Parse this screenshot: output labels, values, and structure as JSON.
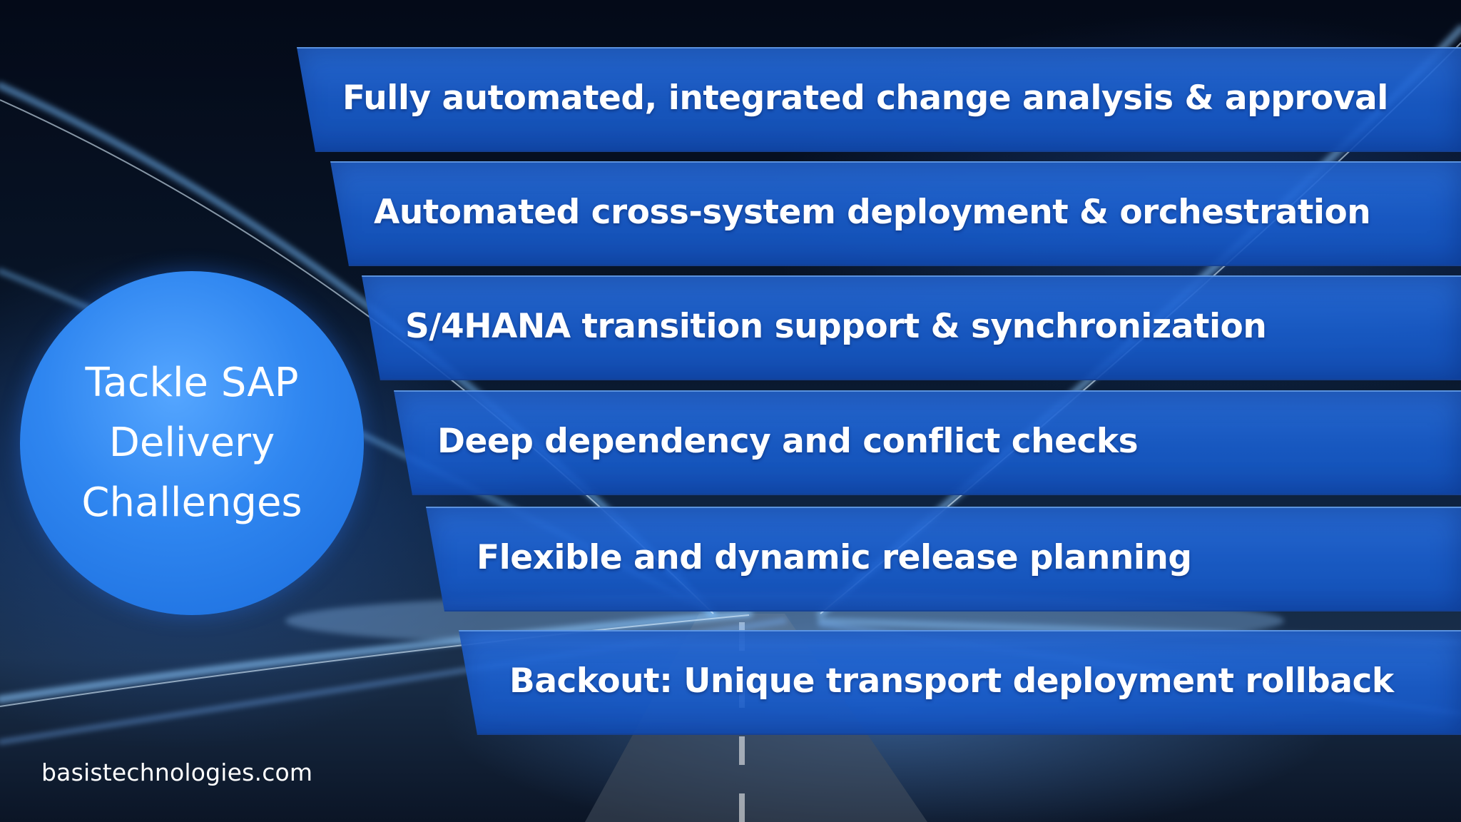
{
  "circle": {
    "text": "Tackle SAP\nDelivery\nChallenges"
  },
  "bands": [
    {
      "label": "Fully automated, integrated change analysis & approval"
    },
    {
      "label": "Automated cross-system deployment & orchestration"
    },
    {
      "label": "S/4HANA transition support & synchronization"
    },
    {
      "label": "Deep dependency and conflict checks"
    },
    {
      "label": "Flexible and dynamic release planning"
    },
    {
      "label": "Backout: Unique transport deployment rollback"
    }
  ],
  "footer": {
    "text": "basistechnologies.com"
  },
  "colors": {
    "band_blue": "#1f66d0",
    "circle_blue": "#2f86f0",
    "text": "#ffffff"
  }
}
